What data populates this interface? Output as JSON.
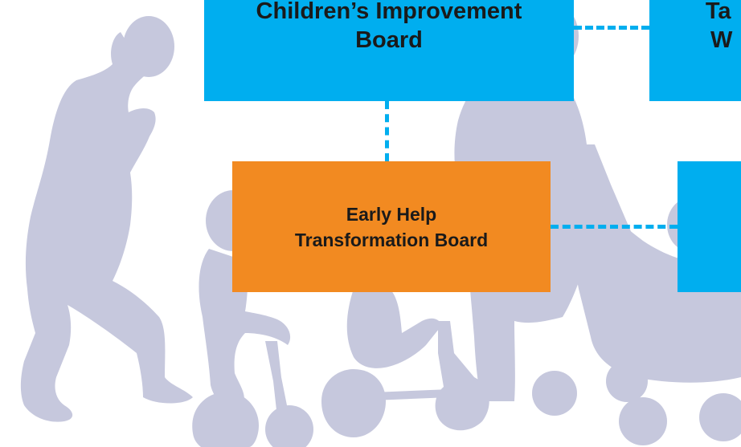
{
  "colors": {
    "board_blue": "#00aeef",
    "board_orange": "#f28a21",
    "silhouette": "#c6c8dd",
    "connector": "#00aeef"
  },
  "boxes": {
    "childrens_improvement": {
      "line1": "Children’s Improvement",
      "line2": "Board"
    },
    "early_help": {
      "line1": "Early Help",
      "line2": "Transformation Board"
    },
    "top_right_partial": {
      "line1": "Ta",
      "line2": "W"
    }
  }
}
